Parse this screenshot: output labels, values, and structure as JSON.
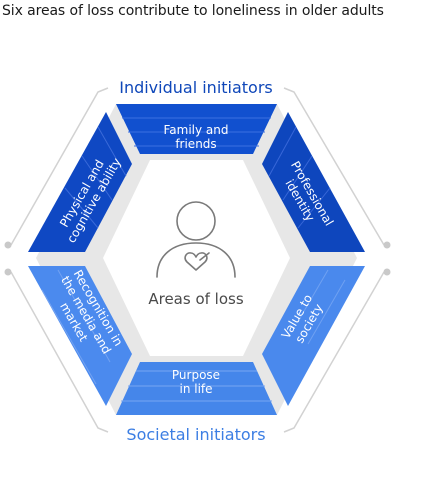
{
  "title": "Six areas of loss contribute to loneliness in older adults",
  "top_group_label": "Individual initiators",
  "bottom_group_label": "Societal initiators",
  "center_label": "Areas of loss",
  "segments": [
    {
      "lines": [
        "Family and",
        "friends"
      ]
    },
    {
      "lines": [
        "Professional",
        "identity"
      ]
    },
    {
      "lines": [
        "Value to",
        "society"
      ]
    },
    {
      "lines": [
        "Purpose",
        "in life"
      ]
    },
    {
      "lines": [
        "Recognition in",
        "the media and",
        "market"
      ]
    },
    {
      "lines": [
        "Physical and",
        "cognitive ability"
      ]
    }
  ],
  "colors": {
    "dark_blue": "#0e48c2",
    "dark_blue_alt": "#1253d6",
    "light_blue": "#4787ec",
    "light_blue_alt": "#3d7ee6",
    "top_label": "#0f47b9",
    "bottom_label": "#3c7ee3",
    "outline": "#cfcfcf",
    "center_icon": "#7a7a7a"
  },
  "icons": [
    "person-with-heart-icon"
  ]
}
